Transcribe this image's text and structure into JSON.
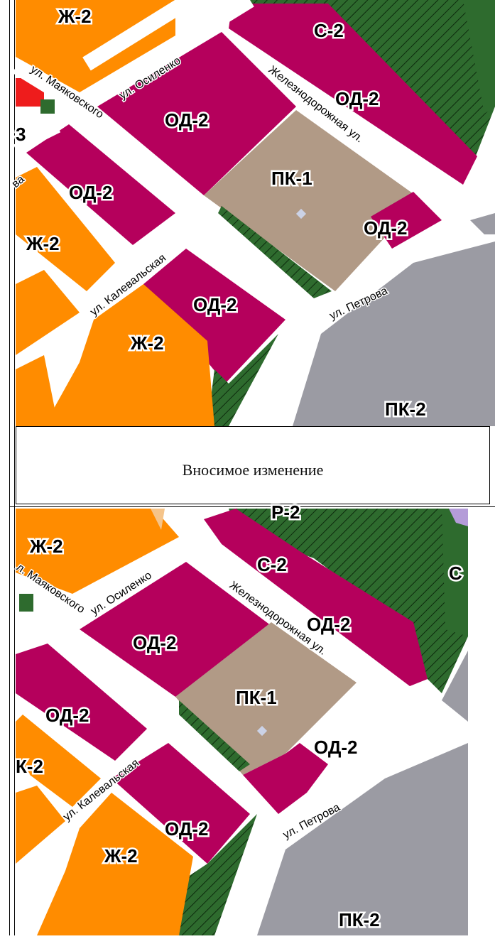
{
  "caption": "Вносимое изменение",
  "colors": {
    "residential": "#ff8c00",
    "public": "#b5005c",
    "industrial": "#b19a86",
    "industrial2": "#9b9ba3",
    "green": "#2e6b2e",
    "road": "#ffffff",
    "misc_red": "#ee1c1c",
    "beige": "#f5c48a"
  },
  "top_map": {
    "zones": [
      "Ж-2",
      "С-2",
      "ОД-2",
      "ОД-2",
      "ОД-2",
      "ПК-1",
      "ОД-2",
      "Ж-2",
      "ОД-2",
      "Ж-2",
      "ПК-2",
      "3"
    ],
    "streets": [
      "ул. Осиленко",
      "ул. Маяковского",
      "Железнодорожная ул.",
      "ул. Калевальская",
      "ул. Петрова",
      "ва"
    ]
  },
  "bottom_map": {
    "zones": [
      "Ж-2",
      "Р-2",
      "С-2",
      "С",
      "ОД-2",
      "ОД-2",
      "ПК-1",
      "ОД-2",
      "ОД-2",
      "К-2",
      "ОД-2",
      "Ж-2",
      "ПК-2"
    ],
    "streets": [
      "ул. Осиленко",
      "л. Маяковского",
      "Железнодорожная ул.",
      "ул. Калевальская",
      "ул. Петрова"
    ]
  }
}
